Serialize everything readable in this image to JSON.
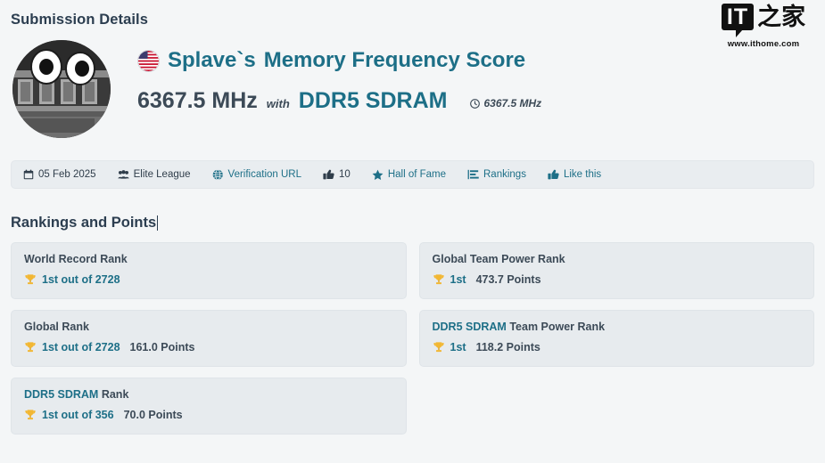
{
  "watermark": {
    "mark_text": "IT",
    "mark_cn": "之家",
    "url": "www.ithome.com"
  },
  "page": {
    "heading": "Submission Details",
    "section_heading": "Rankings and Points"
  },
  "hero": {
    "avatar_icon": "ram-module-googly-eyes-avatar",
    "flag_icon": "us-flag-icon",
    "username": "Splave`s",
    "title_rest": "Memory Frequency Score",
    "score_value": "6367.5 MHz",
    "with_label": "with",
    "hardware": "DDR5 SDRAM",
    "clock_icon": "clock-icon",
    "clock_value": "6367.5 MHz"
  },
  "meta": {
    "items": [
      {
        "icon": "calendar-icon",
        "label": "05 Feb 2025",
        "link": false
      },
      {
        "icon": "users-icon",
        "label": "Elite League",
        "link": false
      },
      {
        "icon": "globe-icon",
        "label": "Verification URL",
        "link": true
      },
      {
        "icon": "thumbs-up-icon",
        "label": "10",
        "link": false
      },
      {
        "icon": "star-icon",
        "label": "Hall of Fame",
        "link": true
      },
      {
        "icon": "rankings-chart-icon",
        "label": "Rankings",
        "link": true
      },
      {
        "icon": "thumbs-up-icon",
        "label": "Like this",
        "link": true
      }
    ]
  },
  "rankings": {
    "cards": [
      {
        "title_link": "",
        "title": "World Record Rank",
        "trophy_icon": "gold-trophy-icon",
        "rank": "1st out of 2728",
        "points": ""
      },
      {
        "title_link": "",
        "title": "Global Team Power Rank",
        "trophy_icon": "gold-trophy-icon",
        "rank": "1st",
        "points": "473.7 Points"
      },
      {
        "title_link": "",
        "title": "Global Rank",
        "trophy_icon": "gold-trophy-icon",
        "rank": "1st out of 2728",
        "points": "161.0 Points"
      },
      {
        "title_link": "DDR5 SDRAM",
        "title": "Team Power Rank",
        "trophy_icon": "gold-trophy-icon",
        "rank": "1st",
        "points": "118.2 Points"
      },
      {
        "title_link": "DDR5 SDRAM",
        "title": "Rank",
        "trophy_icon": "gold-trophy-icon",
        "rank": "1st out of 356",
        "points": "70.0 Points"
      }
    ]
  },
  "colors": {
    "page_bg": "#f4f6f7",
    "link_teal": "#1d6f87",
    "heading_slate": "#2c3e50",
    "card_bg": "#e7ebee",
    "meta_bg": "#e9edf0",
    "trophy_gold": "#f2b733"
  }
}
